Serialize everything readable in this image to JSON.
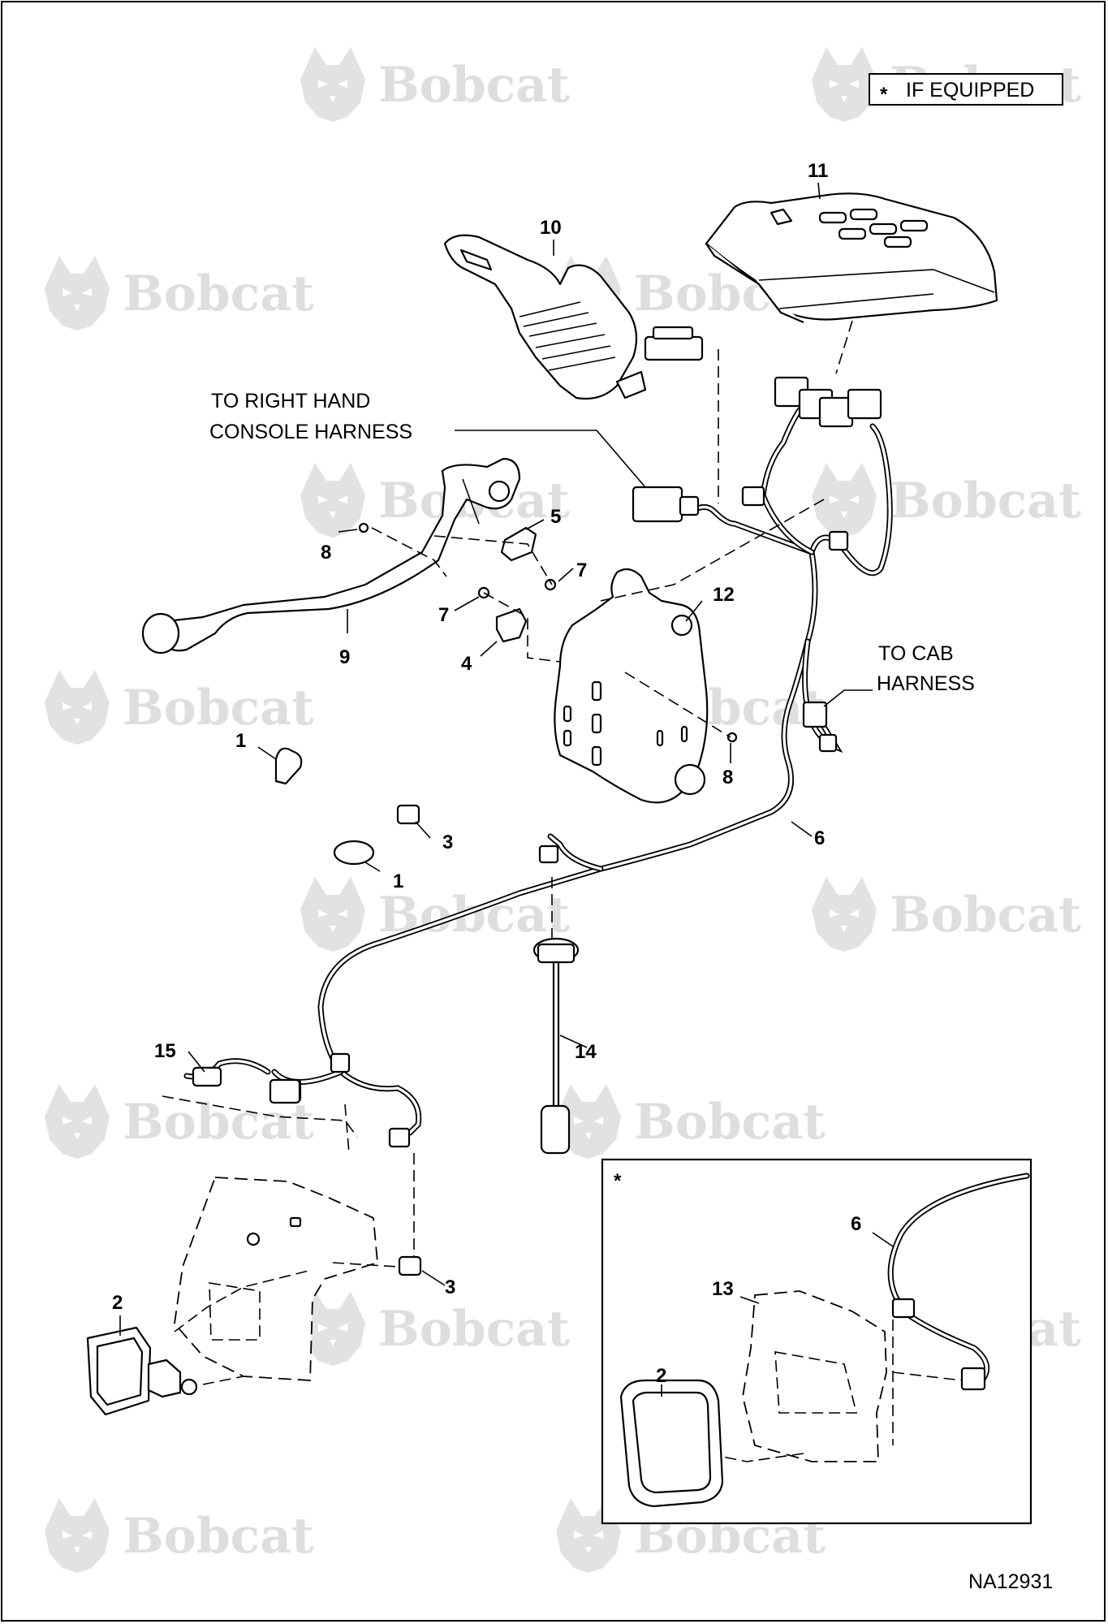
{
  "brand_watermark": "Bobcat",
  "legend": {
    "asterisk": "*",
    "text": "IF EQUIPPED"
  },
  "labels": {
    "right_hand_line1": "TO RIGHT HAND",
    "right_hand_line2": "CONSOLE HARNESS",
    "cab_line1": "TO CAB",
    "cab_line2": "HARNESS"
  },
  "drawing_number": "NA12931",
  "inset_marker": "*",
  "callouts": {
    "c1a": "1",
    "c1b": "1",
    "c2a": "2",
    "c2b": "2",
    "c3a": "3",
    "c3b": "3",
    "c4": "4",
    "c5": "5",
    "c6a": "6",
    "c6b": "6",
    "c7a": "7",
    "c7b": "7",
    "c8a": "8",
    "c8b": "8",
    "c9": "9",
    "c10": "10",
    "c11": "11",
    "c12": "12",
    "c13": "13",
    "c14": "14",
    "c15": "15"
  },
  "colors": {
    "line": "#000000",
    "watermark": "#dedede",
    "background": "#ffffff"
  }
}
